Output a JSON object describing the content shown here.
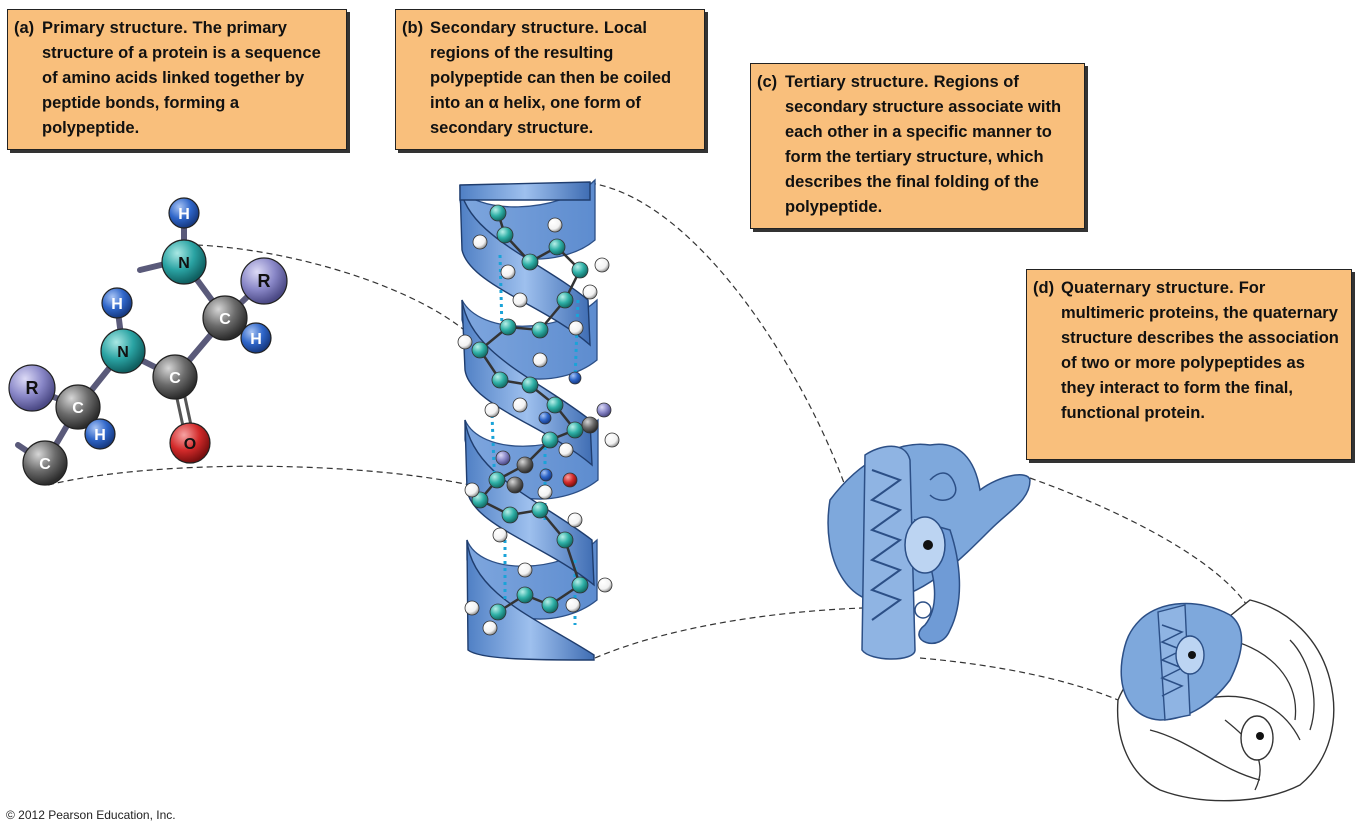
{
  "panels": {
    "a": {
      "letter": "(a)",
      "heading": "Primary structure.",
      "body": "The primary structure of a protein is a sequence of amino acids linked together by peptide bonds, forming a polypeptide."
    },
    "b": {
      "letter": "(b)",
      "heading": "Secondary structure.",
      "body": "Local regions of the resulting polypeptide can then be coiled into an α helix, one form of secondary structure."
    },
    "c": {
      "letter": "(c)",
      "heading": "Tertiary structure.",
      "body": "Regions of secondary structure associate with each other in a specific manner to form the tertiary structure, which describes the final folding of the polypeptide."
    },
    "d": {
      "letter": "(d)",
      "heading": "Quaternary structure.",
      "body": "For multimeric proteins, the quaternary structure describes the association of two or more polypeptides as they interact to form the final, functional protein."
    }
  },
  "atoms": {
    "h_top": "H",
    "n_top": "N",
    "r_right": "R",
    "c_right": "C",
    "h_right": "H",
    "h_mid": "H",
    "n_mid": "N",
    "c_mid": "C",
    "o": "O",
    "r_left": "R",
    "c_left": "C",
    "h_left": "H",
    "c_bottom": "C"
  },
  "copyright": "© 2012 Pearson Education, Inc.",
  "colors": {
    "box_fill": "#f9bf7c",
    "helix_blue": "#6f9bd6",
    "nitrogen": "#2aa3a3",
    "hydrogen": "#2f66c9",
    "carbon": "#6b6b6b",
    "r_group": "#8a88c8",
    "oxygen": "#d22a2a"
  }
}
